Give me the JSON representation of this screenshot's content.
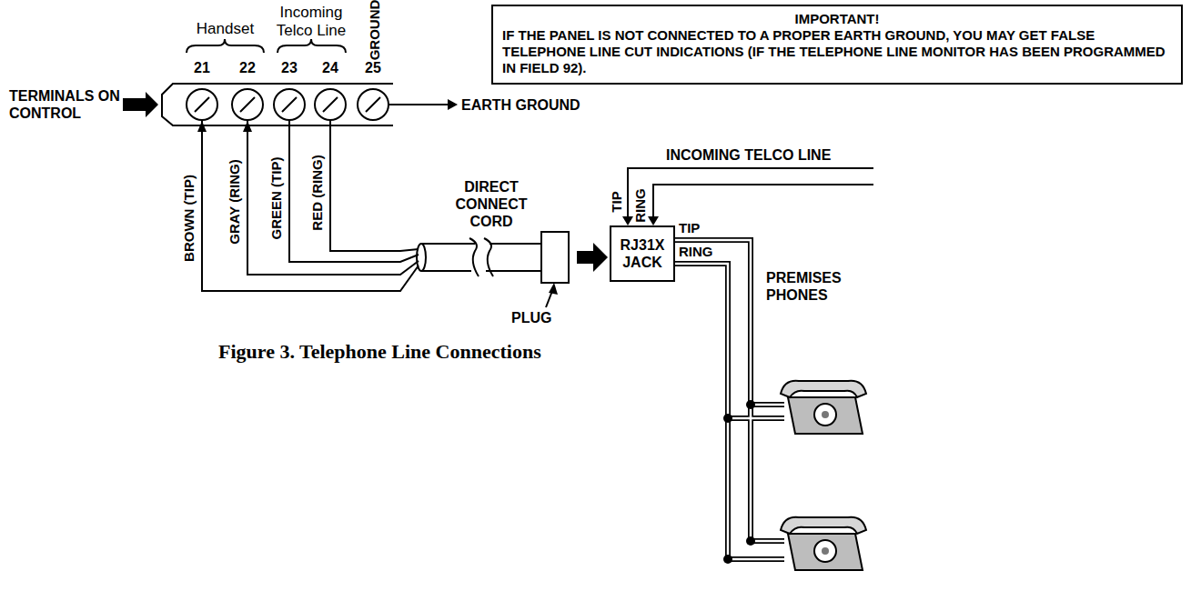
{
  "diagram": {
    "caption": "Figure 3. Telephone Line Connections",
    "nodes": [
      {
        "text": [
          "IMPORTANT!",
          "IF THE PANEL IS NOT CONNECTED TO A PROPER EARTH GROUND, YOU MAY GET FALSE TELEPHONE LINE CUT INDICATIONS (IF THE TELEPHONE LINE MONITOR HAS BEEN PROGRAMMED IN FIELD 92)."
        ]
      },
      {
        "text": [
          "RJ31X JACK"
        ]
      }
    ],
    "labels": [
      "TERMINALS ON CONTROL",
      "Handset",
      "Incoming Telco Line",
      "GROUND",
      "21",
      "22",
      "23",
      "24",
      "25",
      "EARTH GROUND",
      "BROWN (TIP)",
      "GRAY (RING)",
      "GREEN (TIP)",
      "RED (RING)",
      "DIRECT CONNECT CORD",
      "PLUG",
      "TIP",
      "RING",
      "INCOMING TELCO LINE",
      "TIP",
      "RING",
      "PREMISES PHONES"
    ]
  }
}
